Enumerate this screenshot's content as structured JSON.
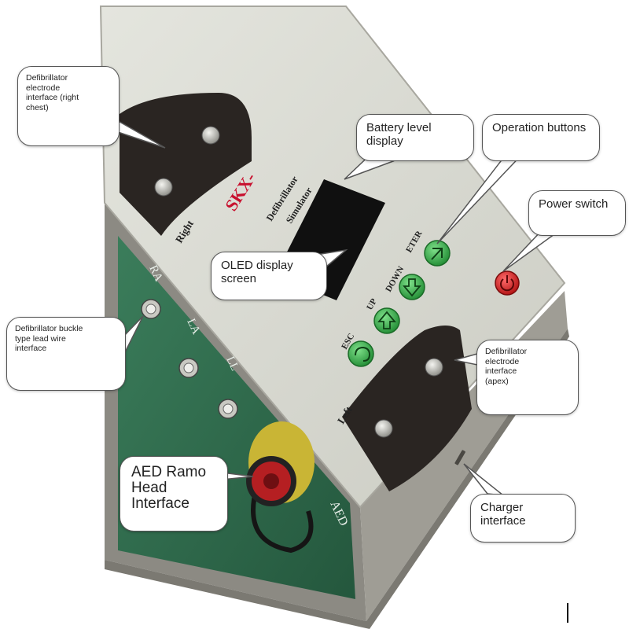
{
  "device": {
    "brand": "SKX-",
    "product_line1": "Defibrillator",
    "product_line2": "Simulator",
    "plate_right_label": "Right",
    "plate_left_label": "Left",
    "ports": [
      "RA",
      "LA",
      "LL"
    ],
    "aed_label": "AED",
    "buttons": [
      "ESC",
      "UP",
      "DOWN",
      "ETER"
    ]
  },
  "callouts": {
    "electrode_right": "Defibrillator\nelectrode\ninterface (right\nchest)",
    "battery": "Battery level display",
    "operation": "Operation buttons",
    "power": "Power switch",
    "oled": "OLED display screen",
    "buckle": "Defibrillator buckle\ntype lead wire\ninterface",
    "electrode_apex": "Defibrillator\nelectrode\ninterface\n(apex)",
    "aed_head": "AED Ramo\nHead\nInterface",
    "charger": "Charger interface"
  },
  "colors": {
    "body_top": "#d9dad2",
    "body_side": "#8f8d85",
    "front_panel": "#2f6e4f",
    "plate": "#2a2522",
    "oled": "#101010",
    "button_green": "#38b24a",
    "power_red": "#d8262b",
    "brand_red": "#c8102e"
  }
}
